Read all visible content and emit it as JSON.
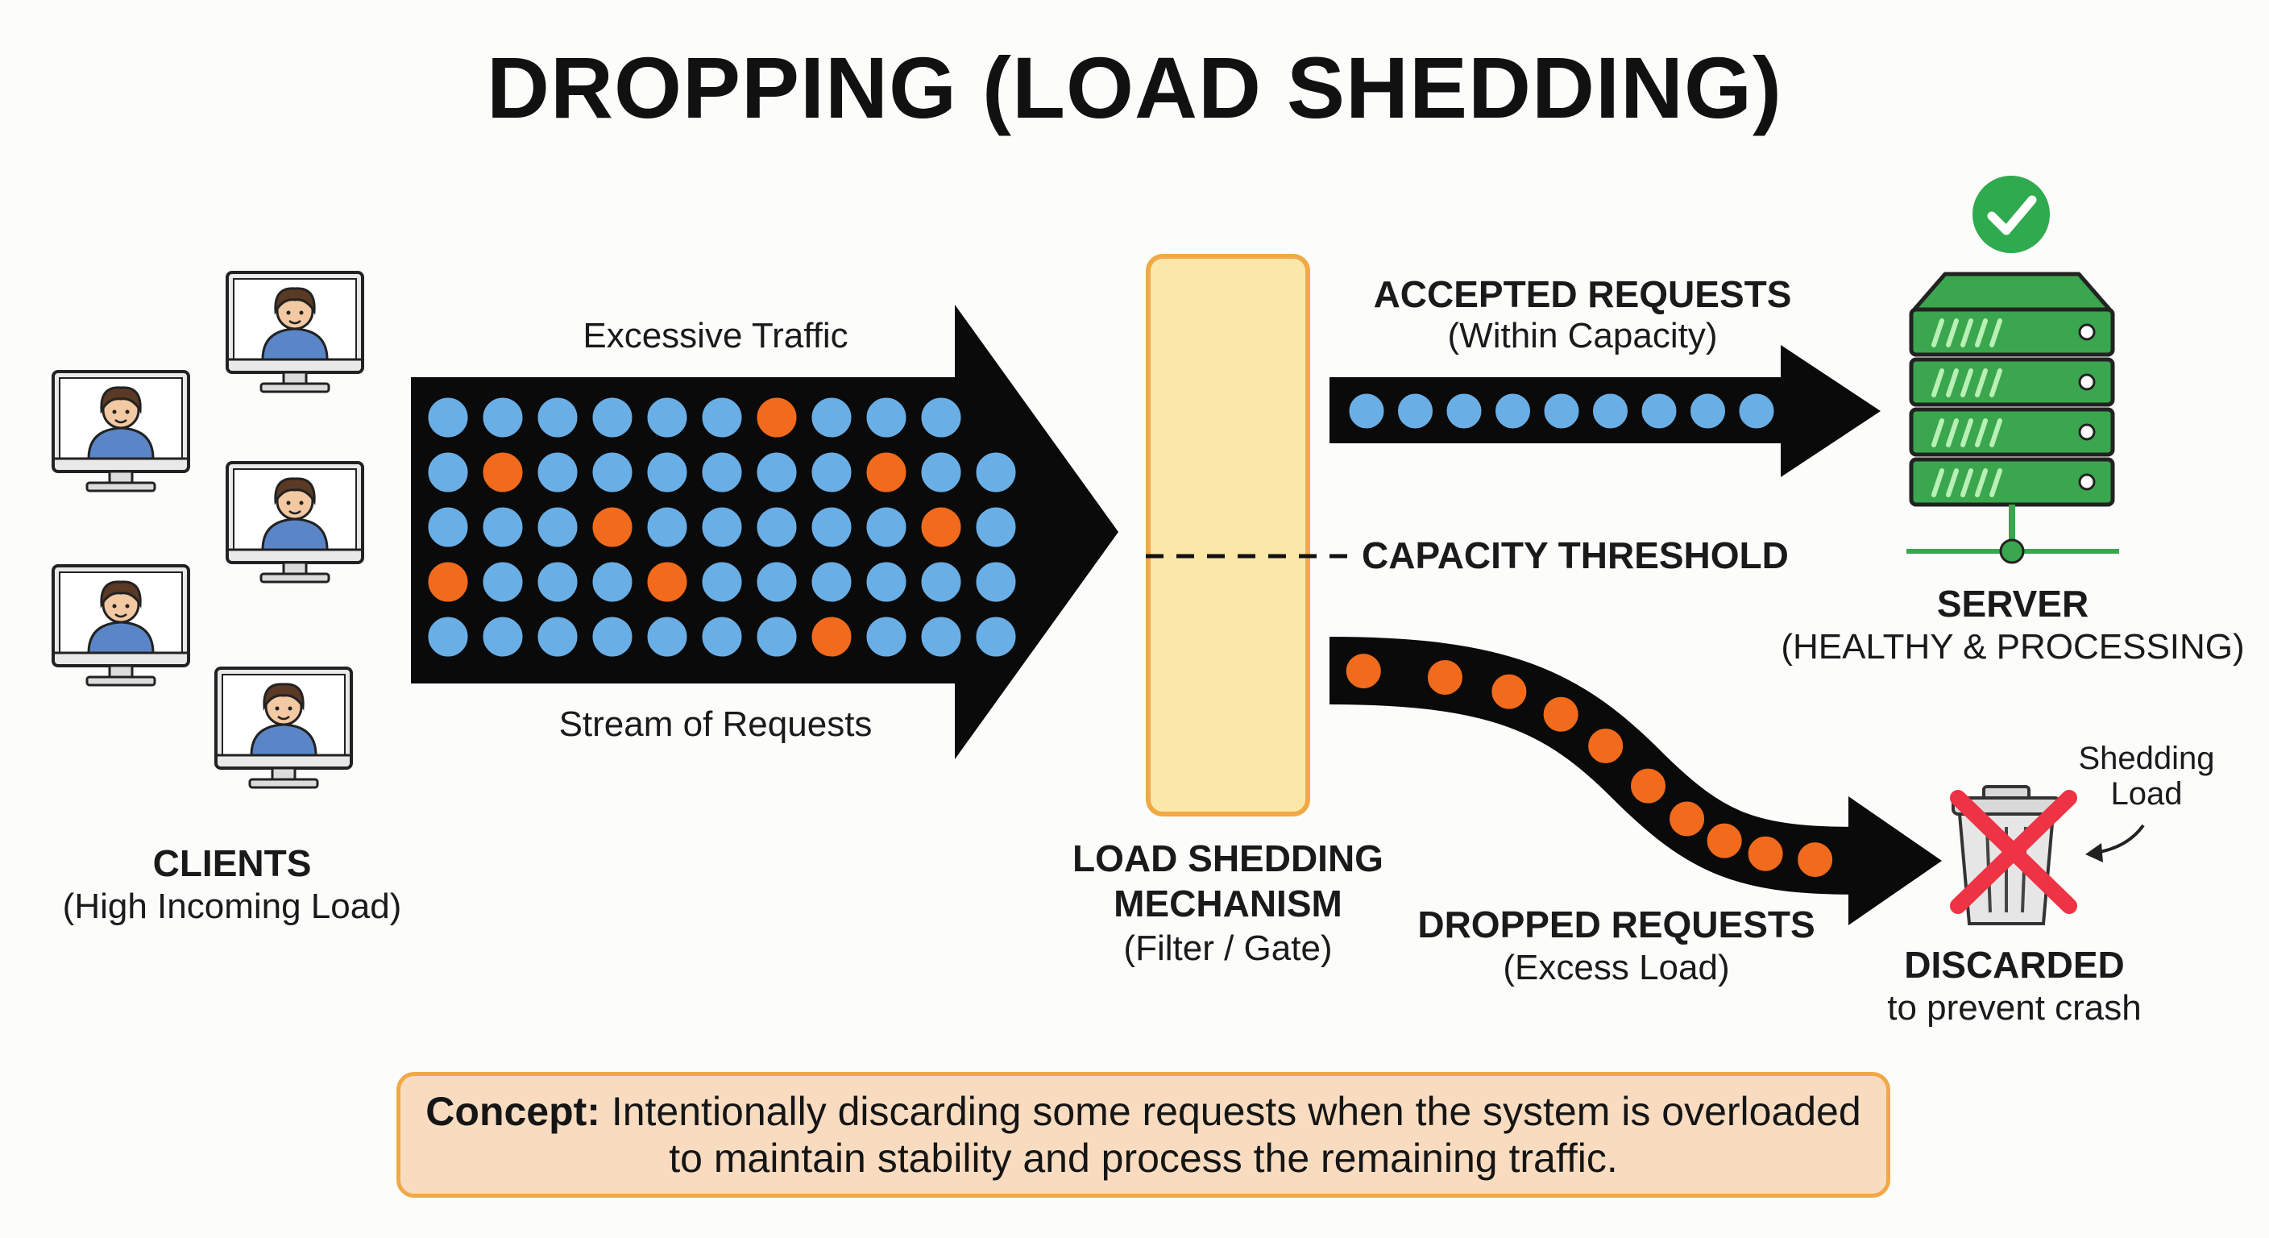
{
  "title": "DROPPING (LOAD SHEDDING)",
  "clients": {
    "title": "CLIENTS",
    "subtitle": "(High Incoming Load)"
  },
  "stream": {
    "top_label": "Excessive Traffic",
    "bottom_label": "Stream of Requests",
    "rows": [
      "bbbbbbobbb",
      "bobbbbbbobb",
      "bbbobbbbbob",
      "obbbobbbbbb",
      "bbbbbbbobbb"
    ]
  },
  "gate": {
    "line1": "LOAD SHEDDING",
    "line2": "MECHANISM",
    "line3": "(Filter / Gate)"
  },
  "threshold_label": "CAPACITY THRESHOLD",
  "accepted": {
    "title": "ACCEPTED REQUESTS",
    "subtitle": "(Within Capacity)",
    "count": 9
  },
  "dropped": {
    "title": "DROPPED REQUESTS",
    "subtitle": "(Excess Load)",
    "count": 10
  },
  "server": {
    "title": "SERVER",
    "subtitle": "(HEALTHY & PROCESSING)",
    "status_icon": "check-icon"
  },
  "discarded": {
    "title": "DISCARDED",
    "subtitle": "to prevent crash",
    "note_line1": "Shedding",
    "note_line2": "Load"
  },
  "concept": {
    "label": "Concept:",
    "line1": " Intentionally discarding some requests when the system is overloaded",
    "line2": "to maintain stability and process the remaining traffic."
  },
  "colors": {
    "accepted_dot": "#6aaee6",
    "dropped_dot": "#f26a1b",
    "arrow": "#0a0a0a",
    "gate_fill": "#fbe7a8",
    "gate_border": "#f0a946",
    "server": "#3aa64d",
    "check": "#2faa4e",
    "cross": "#ee3344",
    "concept_bg": "#f9dcc0"
  }
}
